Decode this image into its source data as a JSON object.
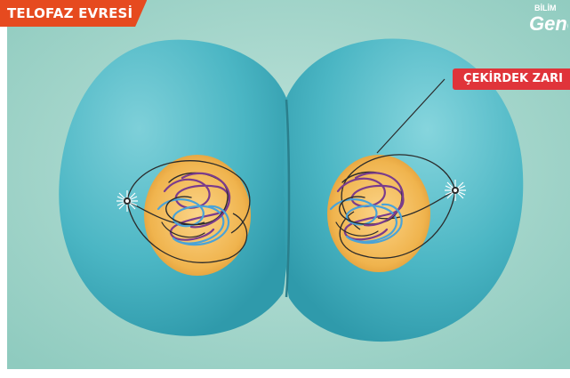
{
  "title": "TELOFAZ EVRESİ",
  "labels": {
    "nuclear_envelope": "ÇEKİRDEK ZARI"
  },
  "logo_text": "BİLİM GENÇ",
  "icons": [
    "centrosome-icon",
    "chromatin-icon"
  ],
  "colors": {
    "background": "#a9d7cc",
    "cell": "#4bb6c4",
    "nucleus": "#f0b44e",
    "title_tag": "#e64a1f",
    "label_tag": "#e0343a",
    "chromatin_purple": "#7b3c8c",
    "chromatin_blue": "#4aa3d8",
    "spindle_line": "#2b2b2b"
  }
}
